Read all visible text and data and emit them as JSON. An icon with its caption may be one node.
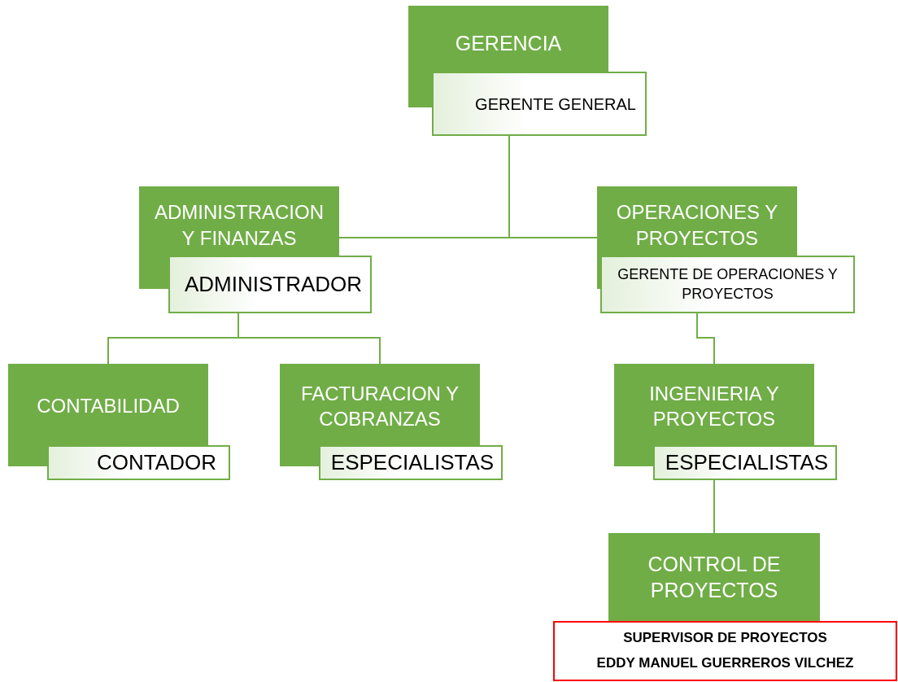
{
  "diagram": {
    "nodes": [
      {
        "text": [
          "GERENCIA"
        ]
      },
      {
        "text": [
          "GERENTE GENERAL"
        ]
      },
      {
        "text": [
          "ADMINISTRACION Y FINANZAS"
        ]
      },
      {
        "text": [
          "ADMINISTRADOR"
        ]
      },
      {
        "text": [
          "OPERACIONES Y PROYECTOS"
        ]
      },
      {
        "text": [
          "GERENTE DE OPERACIONES Y PROYECTOS"
        ]
      },
      {
        "text": [
          "CONTABILIDAD"
        ]
      },
      {
        "text": [
          "CONTADOR"
        ]
      },
      {
        "text": [
          "FACTURACION Y COBRANZAS"
        ]
      },
      {
        "text": [
          "ESPECIALISTAS"
        ]
      },
      {
        "text": [
          "INGENIERIA Y PROYECTOS"
        ]
      },
      {
        "text": [
          "ESPECIALISTAS"
        ]
      },
      {
        "text": [
          "CONTROL DE PROYECTOS"
        ]
      },
      {
        "text": [
          "SUPERVISOR DE PROYECTOS",
          "EDDY MANUEL GUERREROS VILCHEZ"
        ]
      }
    ],
    "edges": [
      {
        "from": 1,
        "to": 2,
        "arrow": "none"
      },
      {
        "from": 1,
        "to": 4,
        "arrow": "none"
      },
      {
        "from": 3,
        "to": 6,
        "arrow": "none"
      },
      {
        "from": 3,
        "to": 8,
        "arrow": "none"
      },
      {
        "from": 5,
        "to": 10,
        "arrow": "none"
      },
      {
        "from": 11,
        "to": 12,
        "arrow": "none"
      }
    ]
  }
}
